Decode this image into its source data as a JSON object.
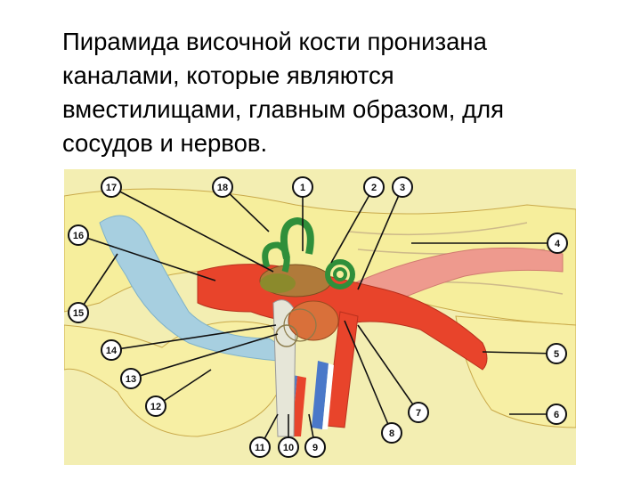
{
  "slide": {
    "text_lines": [
      "Пирамида височной кости пронизана",
      "каналами, которые являются",
      "вместилищами, главным образом, для",
      "сосудов и нервов."
    ]
  },
  "figure": {
    "labels": [
      "1",
      "2",
      "3",
      "4",
      "5",
      "6",
      "7",
      "8",
      "9",
      "10",
      "11",
      "12",
      "13",
      "14",
      "15",
      "16",
      "17",
      "18"
    ],
    "colors": {
      "background": "#f3eeb2",
      "bone": "#f6ee9c",
      "bone_edge": "#c9a94a",
      "artery": "#e8442b",
      "vein_blue": "#4a78c9",
      "pink_vessel": "#ee9a8e",
      "nerve_blue": "#a7cfe0",
      "cochlea_green": "#2f8f3a",
      "brown": "#b07a3a"
    }
  }
}
